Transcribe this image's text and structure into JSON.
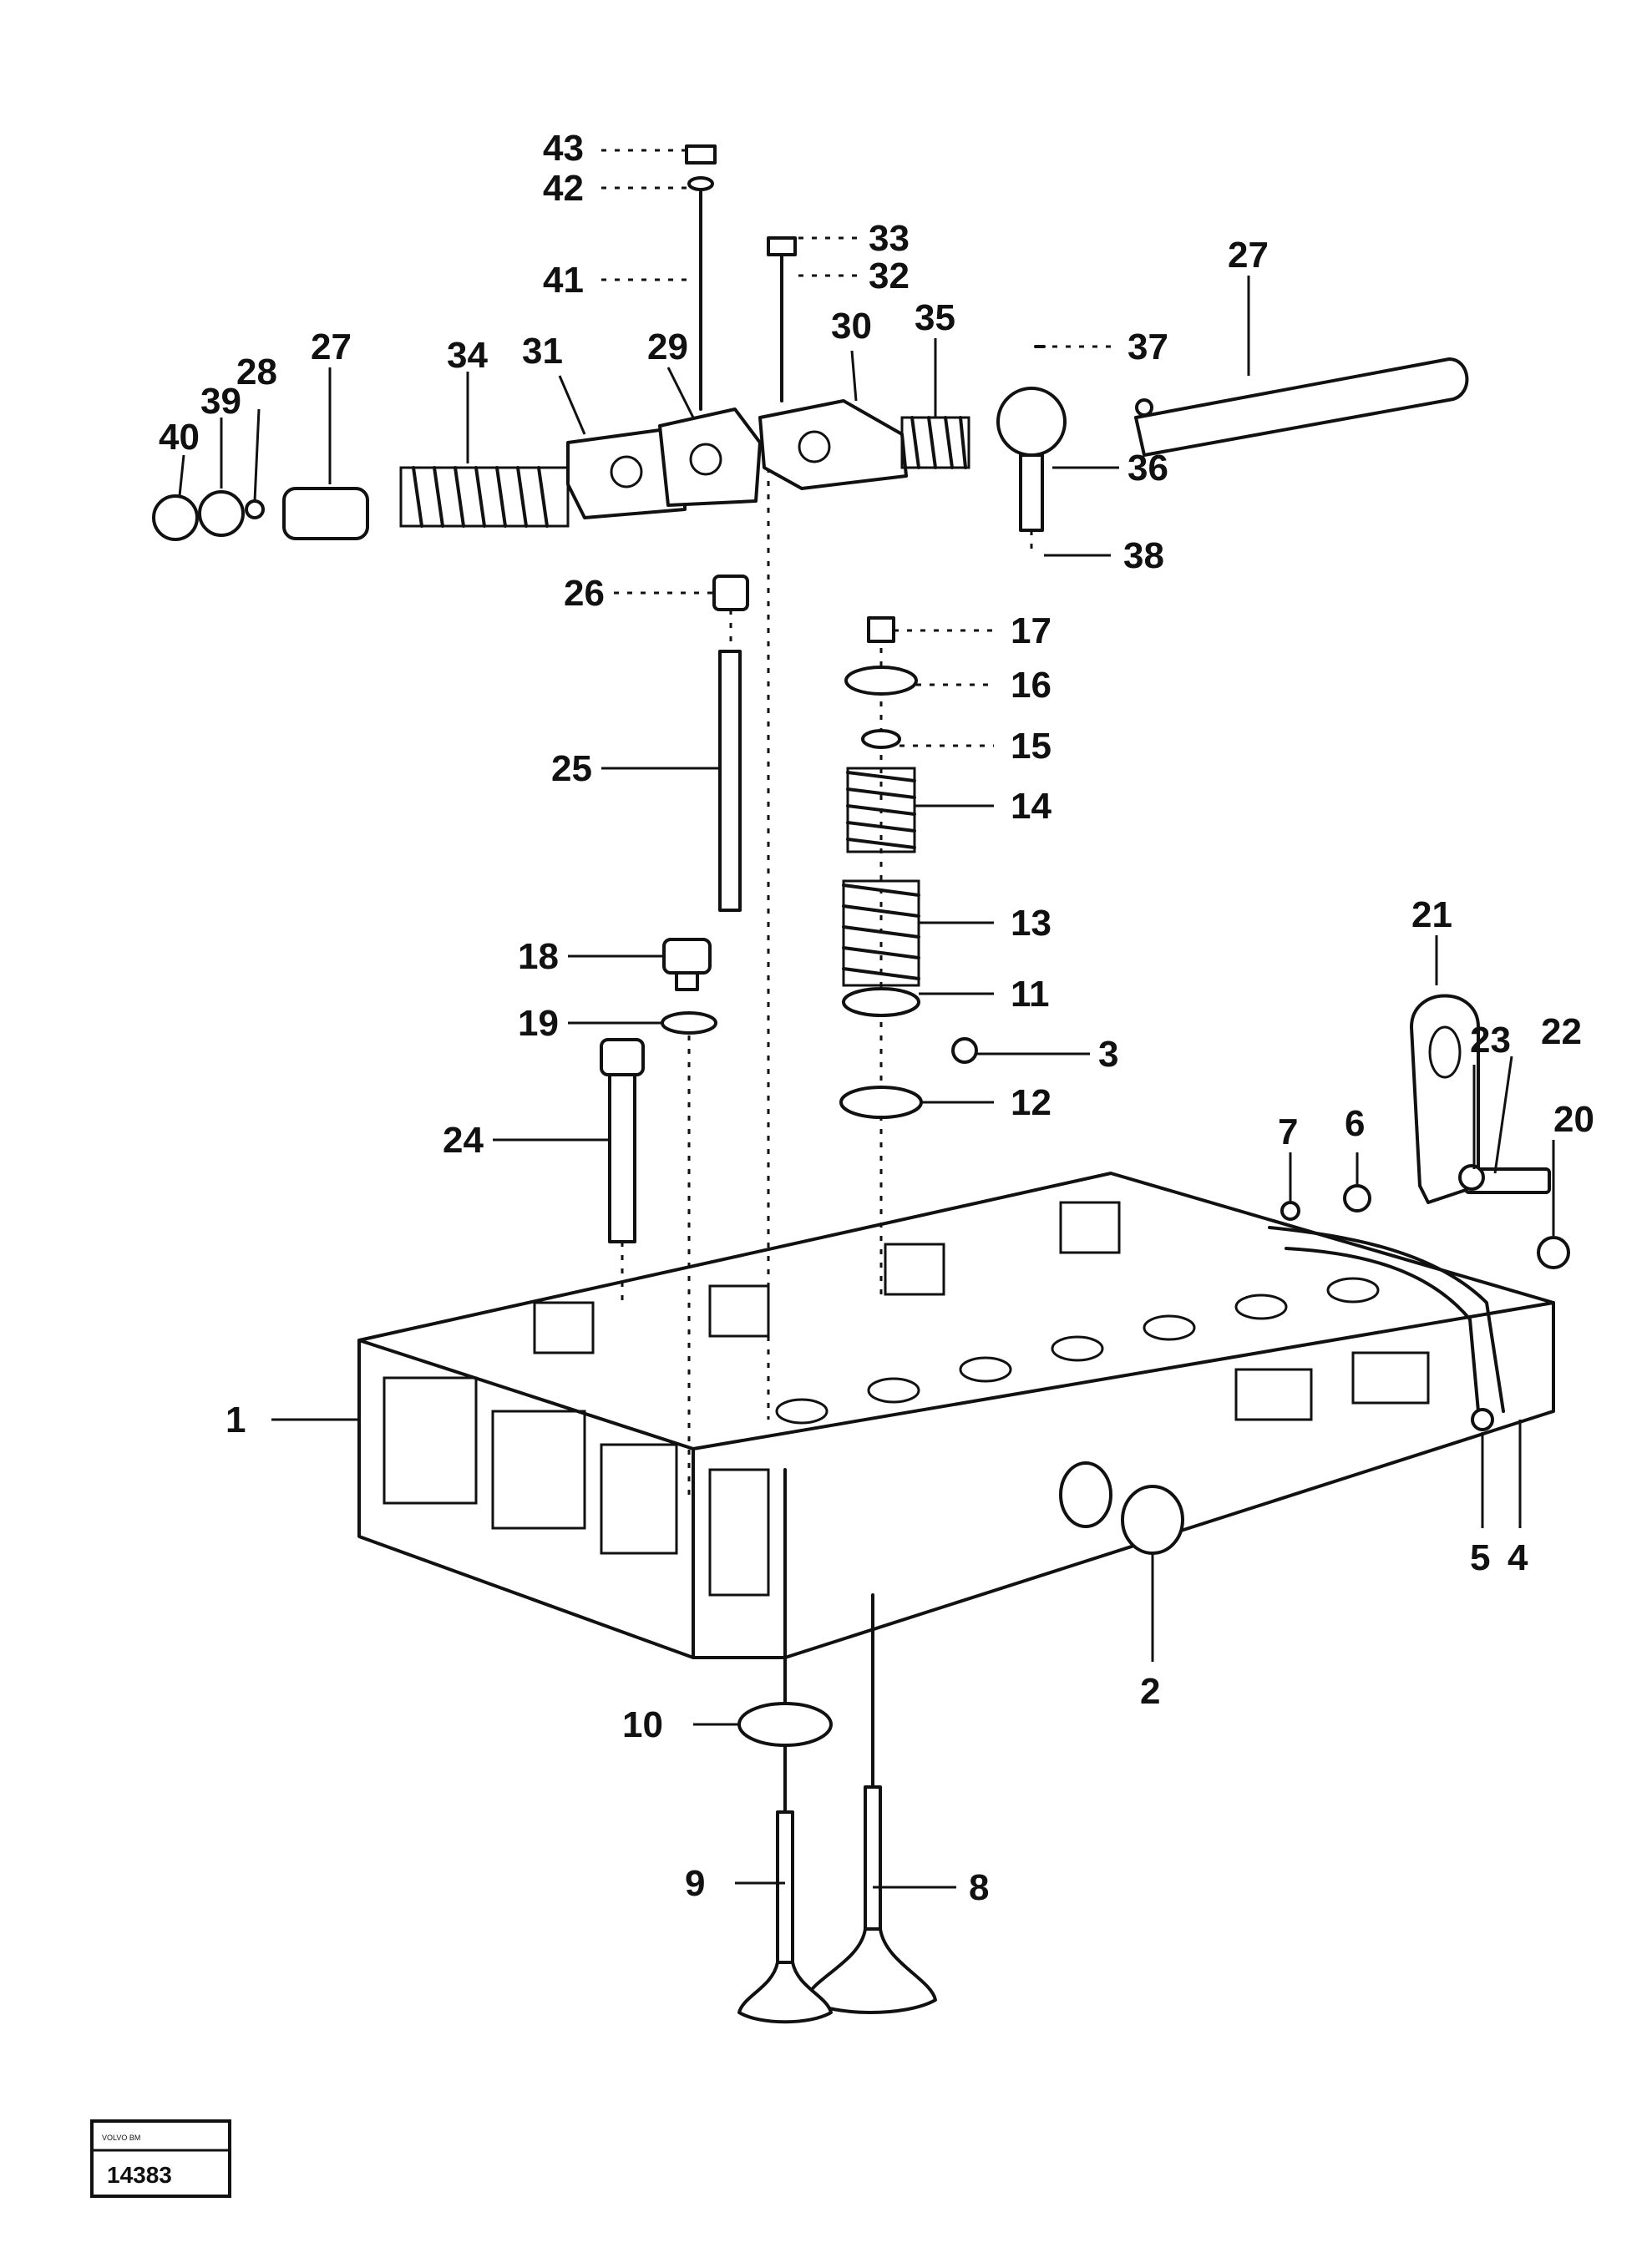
{
  "callouts": [
    {
      "id": "1",
      "label": "1"
    },
    {
      "id": "2",
      "label": "2"
    },
    {
      "id": "3",
      "label": "3"
    },
    {
      "id": "4",
      "label": "4"
    },
    {
      "id": "5",
      "label": "5"
    },
    {
      "id": "6",
      "label": "6"
    },
    {
      "id": "7",
      "label": "7"
    },
    {
      "id": "8",
      "label": "8"
    },
    {
      "id": "9",
      "label": "9"
    },
    {
      "id": "10",
      "label": "10"
    },
    {
      "id": "11",
      "label": "11"
    },
    {
      "id": "12",
      "label": "12"
    },
    {
      "id": "13",
      "label": "13"
    },
    {
      "id": "14",
      "label": "14"
    },
    {
      "id": "15",
      "label": "15"
    },
    {
      "id": "16",
      "label": "16"
    },
    {
      "id": "17",
      "label": "17"
    },
    {
      "id": "18",
      "label": "18"
    },
    {
      "id": "19",
      "label": "19"
    },
    {
      "id": "20",
      "label": "20"
    },
    {
      "id": "21",
      "label": "21"
    },
    {
      "id": "22",
      "label": "22"
    },
    {
      "id": "23",
      "label": "23"
    },
    {
      "id": "24",
      "label": "24"
    },
    {
      "id": "25",
      "label": "25"
    },
    {
      "id": "26",
      "label": "26"
    },
    {
      "id": "27a",
      "label": "27"
    },
    {
      "id": "27b",
      "label": "27"
    },
    {
      "id": "28",
      "label": "28"
    },
    {
      "id": "29",
      "label": "29"
    },
    {
      "id": "30",
      "label": "30"
    },
    {
      "id": "31",
      "label": "31"
    },
    {
      "id": "32",
      "label": "32"
    },
    {
      "id": "33",
      "label": "33"
    },
    {
      "id": "34",
      "label": "34"
    },
    {
      "id": "35",
      "label": "35"
    },
    {
      "id": "36",
      "label": "36"
    },
    {
      "id": "37",
      "label": "37"
    },
    {
      "id": "38",
      "label": "38"
    },
    {
      "id": "39",
      "label": "39"
    },
    {
      "id": "40",
      "label": "40"
    },
    {
      "id": "41",
      "label": "41"
    },
    {
      "id": "42",
      "label": "42"
    },
    {
      "id": "43",
      "label": "43"
    }
  ],
  "stamp": {
    "brand": "VOLVO BM",
    "number": "14383"
  }
}
